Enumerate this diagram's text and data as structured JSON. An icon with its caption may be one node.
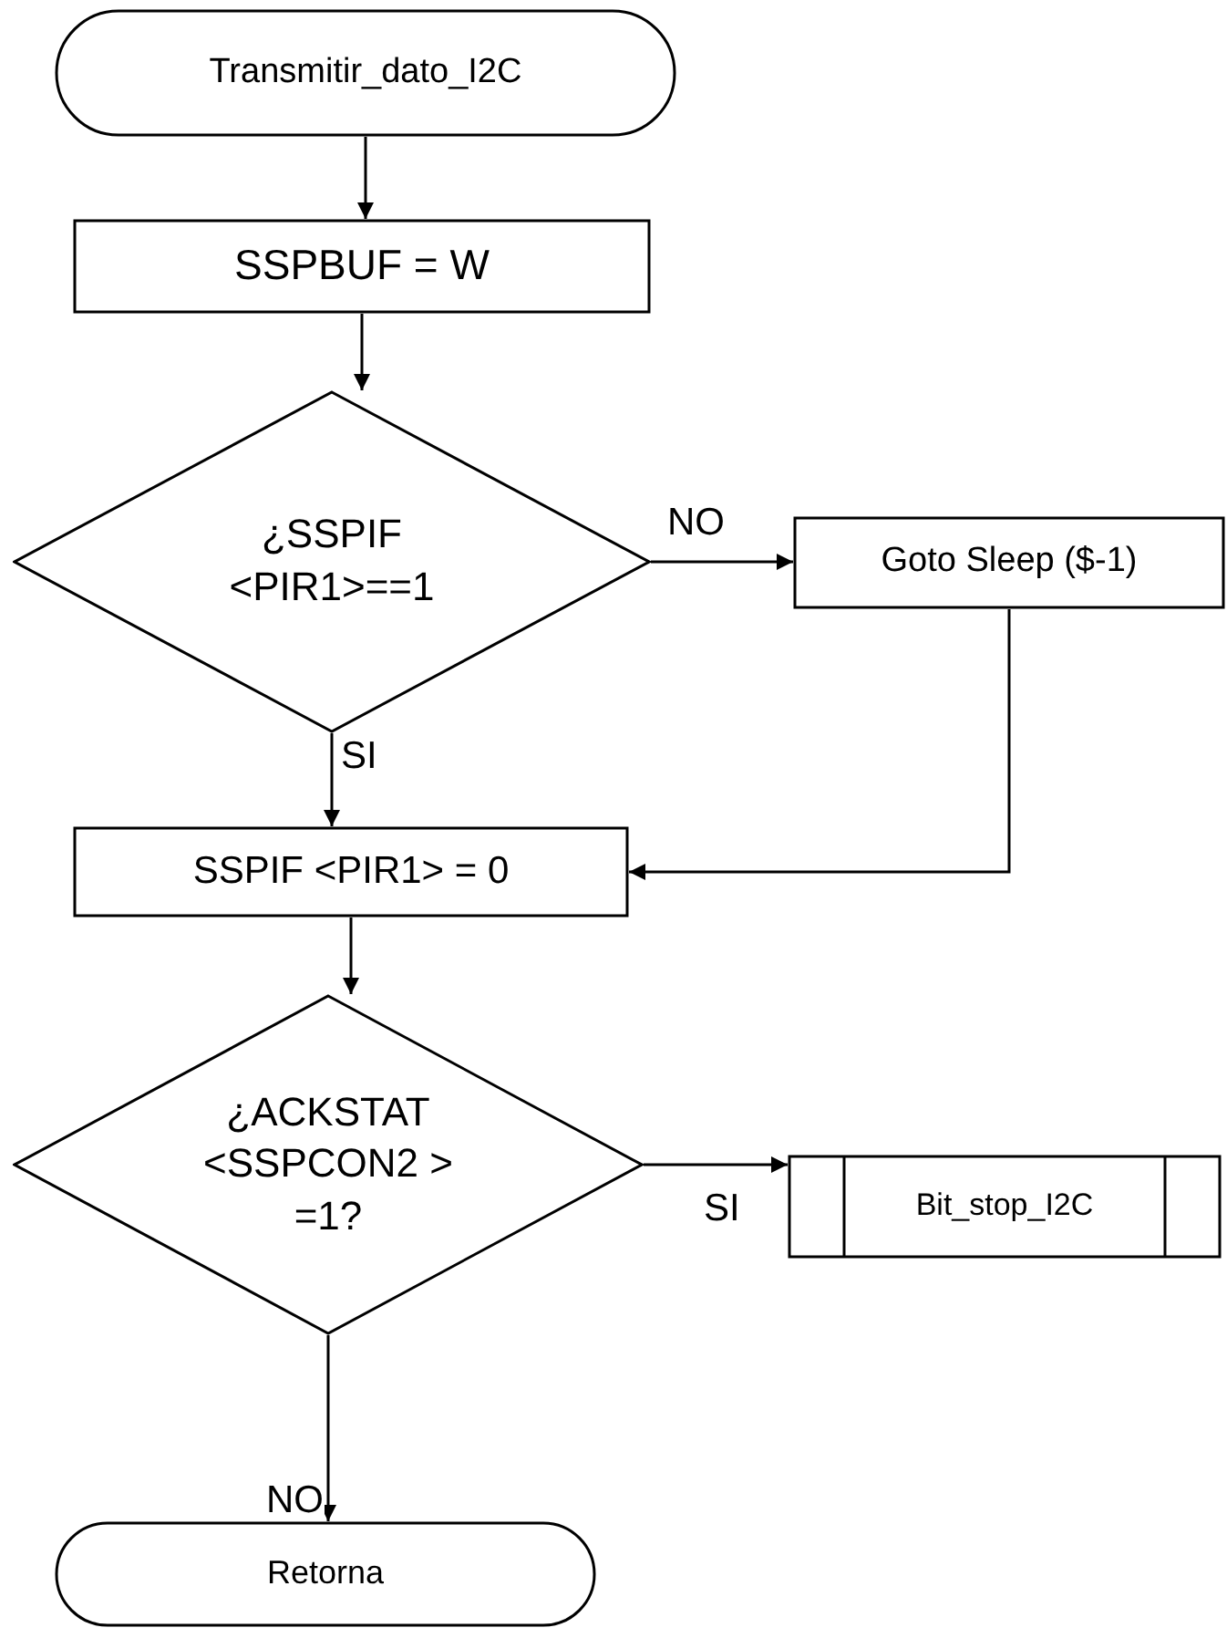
{
  "diagram": {
    "nodes": [
      {
        "text": [
          "Transmitir_dato_I2C"
        ]
      },
      {
        "text": [
          "SSPBUF = W"
        ]
      },
      {
        "text": [
          "¿SSPIF <PIR1>==1"
        ]
      },
      {
        "text": [
          "Goto Sleep ($-1)"
        ]
      },
      {
        "text": [
          "SSPIF <PIR1> = 0"
        ]
      },
      {
        "text": [
          "¿ACKSTAT <SSPCON2 > =1?"
        ]
      },
      {
        "text": [
          "Bit_stop_I2C"
        ]
      },
      {
        "text": [
          "Retorna"
        ]
      }
    ],
    "edges": [
      {
        "from": 0,
        "to": 1,
        "arrow": "to"
      },
      {
        "from": 1,
        "to": 2,
        "arrow": "to"
      },
      {
        "from": 2,
        "to": 3,
        "arrow": "to",
        "label": "NO"
      },
      {
        "from": 2,
        "to": 4,
        "arrow": "to",
        "label": "SI"
      },
      {
        "from": 3,
        "to": 4,
        "arrow": "to"
      },
      {
        "from": 4,
        "to": 5,
        "arrow": "to"
      },
      {
        "from": 5,
        "to": 6,
        "arrow": "to",
        "label": "SI"
      },
      {
        "from": 5,
        "to": 7,
        "arrow": "to",
        "label": "NO"
      }
    ]
  }
}
